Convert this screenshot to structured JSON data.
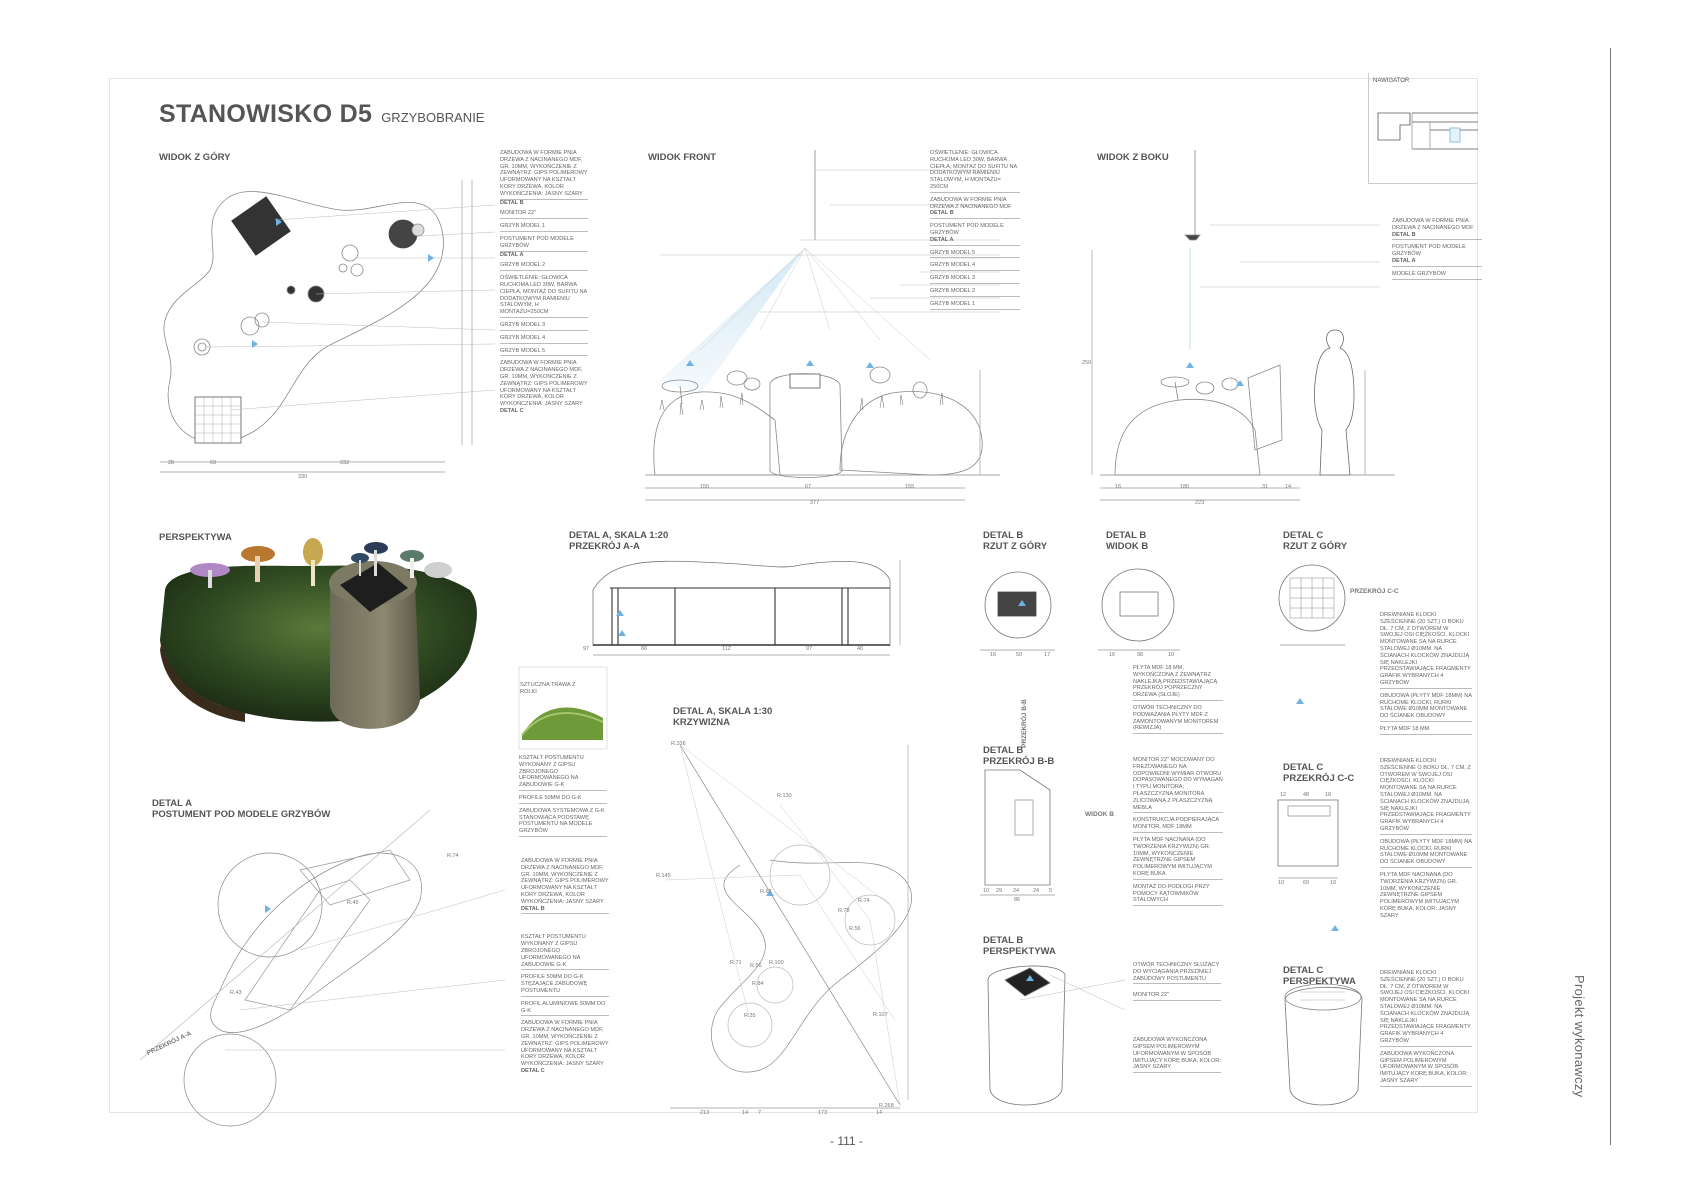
{
  "header": {
    "title": "STANOWISKO D5",
    "separator": "-",
    "subtitle": "GRZYBOBRANIE"
  },
  "navigator": {
    "label": "NAWIGATOR"
  },
  "sections": {
    "top_view": "WIDOK Z GÓRY",
    "front_view": "WIDOK FRONT",
    "side_view": "WIDOK Z BOKU",
    "perspective": "PERSPEKTYWA",
    "detail_a_title": "DETAL A, SKALA 1:20",
    "detail_a_sub": "PRZEKRÓJ A-A",
    "detail_a2_title": "DETAL A, SKALA 1:30",
    "detail_a2_sub": "KRZYWIZNA",
    "detail_a3_title": "DETAL A",
    "detail_a3_sub": "POSTUMENT POD MODELE GRZYBÓW",
    "detail_b_top": "DETAL B",
    "detail_b_top_sub": "RZUT Z GÓRY",
    "detail_b_view": "DETAL B",
    "detail_b_view_sub": "WIDOK B",
    "detail_b_sec": "DETAL B",
    "detail_b_sec_sub": "PRZEKRÓJ B-B",
    "detail_b_persp": "DETAL B",
    "detail_b_persp_sub": "PERSPEKTYWA",
    "detail_c_top": "DETAL C",
    "detail_c_top_sub": "RZUT Z GÓRY",
    "detail_c_sec": "DETAL C",
    "detail_c_sec_sub": "PRZEKRÓJ C-C",
    "detail_c_persp": "DETAL C",
    "detail_c_persp_sub": "PERSPEKTYWA"
  },
  "top_notes": [
    "ZABUDOWA W FORMIE PNIA DRZEWA Z NACINANEGO MDF, GR. 10MM, WYKOŃCZENIE Z ZEWNĄTRZ: GIPS POLIMEROWY UFORMOWANY NA KSZTAŁT KORY DRZEWA, KOLOR WYKOŃCZENIA: JASNY SZARY",
    "DETAL B",
    "MONITOR 22\"",
    "GRZYB MODEL 1",
    "POSTUMENT POD MODELE GRZYBÓW",
    "DETAL A",
    "GRZYB MODEL 2",
    "OŚWIETLENIE: GŁOWICA RUCHOMA LED 30W, BARWA CIEPŁA, MONTAŻ DO SUFITU NA DODATKOWYM RAMIENIU STALOWYM, H MONTAŻU=250CM",
    "GRZYB MODEL 3",
    "GRZYB MODEL 4",
    "GRZYB MODEL 5",
    "ZABUDOWA W FORMIE PNIA DRZEWA Z NACINANEGO MDF, GR. 10MM, WYKOŃCZENIE Z ZEWNĄTRZ: GIPS POLIMEROWY UFORMOWANY NA KSZTAŁT KORY DRZEWA, KOLOR WYKOŃCZENIA: JASNY SZARY",
    "DETAL C"
  ],
  "front_notes": [
    "OŚWIETLENIE: GŁOWICA RUCHOMA LED 30W, BARWA CIEPŁA, MONTAŻ DO SUFITU NA DODATKOWYM RAMIENIU STALOWYM, H MONTAŻU= 250CM",
    "ZABUDOWA W FORMIE PNIA DRZEWA Z NACINANEGO MDF",
    "DETAL B",
    "POSTUMENT POD MODELE GRZYBÓW",
    "DETAL A",
    "GRZYB MODEL 5",
    "GRZYB MODEL 4",
    "GRZYB MODEL 3",
    "GRZYB MODEL 2",
    "GRZYB MODEL 1"
  ],
  "side_notes": [
    "ZABUDOWA W FORMIE PNIA DRZEWA Z NACINANEGO MDF",
    "DETAL B",
    "POSTUMENT POD MODELE GRZYBÓW",
    "DETAL A",
    "MODELE GRZYBÓW"
  ],
  "detail_a_notes": [
    "SZTUCZNA TRAWA Z ROLKI",
    "KSZTAŁT POSTUMENTU WYKONANY Z GIPSU ZBROJONEGO UFORMOWANEGO NA ZABUDOWIE G-K",
    "PROFILE 50MM DO G-K",
    "ZABUDOWA SYSTEMOWA Z G-K STANOWIĄCA PODSTAWĘ POSTUMENTU NA MODELE GRZYBÓW"
  ],
  "detail_a3_notes": [
    "ZABUDOWA W FORMIE PNIA DRZEWA Z NACINANEGO MDF, GR. 10MM, WYKOŃCZENIE Z ZEWNĄTRZ: GIPS POLIMEROWY UFORMOWANY NA KSZTAŁT KORY DRZEWA, KOLOR WYKOŃCZENIA: JASNY SZARY",
    "DETAL B",
    "KSZTAŁT POSTUMENTU WYKONANY Z GIPSU ZBROJONEGO UFORMOWANEGO NA ZABUDOWIE G-K",
    "PROFILE 50MM DO G-K STĘŻAJĄCE ZABUDOWĘ POSTUMENTU",
    "PROFIL ALUMINIOWE 50MM DO G-K",
    "ZABUDOWA W FORMIE PNIA DRZEWA Z NACINANEGO MDF, GR. 10MM, WYKOŃCZENIE Z ZEWNĄTRZ: GIPS POLIMEROWY UFORMOWANY NA KSZTAŁT KORY DRZEWA, KOLOR WYKOŃCZENIA: JASNY SZARY",
    "DETAL C"
  ],
  "detail_b_notes": [
    "PŁYTA MDF 18 MM, WYKOŃCZONA Z ZEWNĄTRZ NAKLEJKĄ PRZEDSTAWIAJĄCĄ PRZEKRÓJ POPRZECZNY DRZEWA (SŁOJE)",
    "OTWÓR TECHNICZNY DO PODWAŻANIA PŁYTY MDF Z ZAMONTOWANYM MONITOREM (REWIZJA)",
    "MONITOR 22\" MOCOWANY DO FREZOWANEGO NA ODPOWIEDNI WYMIAR OTWORU DOPASOWANEGO DO WYMAGAŃ I TYPU MONITORA; PŁASZCZYZNA MONITORA ZLICOWANA Z PŁASZCZYZNĄ MEBLA",
    "KONSTRUKCJA PODPIERAJĄCA MONITOR, MDF 18MM",
    "PŁYTA MDF NACINANA (DO TWORZENIA KRZYWIZN) GR. 10MM, WYKOŃCZENIE ZEWNĘTRZNE GIPSEM POLIMEROWYM IMITUJĄCYM KORĘ BUKA",
    "MONTAŻ DO PODŁOGI PRZY POMOCY KĄTOWNIKÓW STALOWYCH",
    "OTWÓR TECHNICZNY SŁUŻĄCY DO WYCIĄGANIA PRZEDNIEJ ZABUDOWY POSTUMENTU",
    "MONITOR 22\"",
    "ZABUDOWA WYKOŃCZONA GIPSEM POLIMEROWYM UFORMOWANYM W SPOSÓB IMITUJĄCY KORĘ BUKA, KOLOR: JASNY SZARY"
  ],
  "detail_c_notes": [
    "DREWNIANE KLOCKI SZEŚCIENNE (20 SZT.) O BOKU DŁ. 7 CM, Z OTWOREM W SWOJEJ OSI CIĘŻKOŚCI. KLOCKI MONTOWANE SĄ NA RURCE STALOWEJ ø10MM. NA ŚCIANACH KLOCKÓW ZNAJDUJĄ SIĘ NAKLEJKI PRZEDSTAWIAJĄCE FRAGMENTY GRAFIK WYBRANYCH 4 GRZYBÓW",
    "OBUDOWA (PŁYTY MDF 18MM) NA RUCHOME KLOCKI, RURKI STALOWE ø10MM MONTOWANE DO ŚCIANEK OBUDOWY",
    "PŁYTA MDF 18 MM",
    "DREWNIANE KLOCKI SZEŚCIENNE O BOKU DŁ. 7 CM, Z OTWOREM W SWOJEJ OSI CIĘŻKOŚCI. KLOCKI MONTOWANE SĄ NA RURCE STALOWEJ ø10MM. NA ŚCIANACH KLOCKÓW ZNAJDUJĄ SIĘ NAKLEJKI PRZEDSTAWIAJĄCE FRAGMENTY GRAFIK WYBRANYCH 4 GRZYBÓW",
    "OBUDOWA (PŁYTY MDF 18MM) NA RUCHOME KLOCKI, RURKI STALOWE ø10MM MONTOWANE DO ŚCIANEK OBUDOWY",
    "PŁYTA MDF NACINANA (DO TWORZENIA KRZYWIZN) GR. 10MM, WYKOŃCZENIE ZEWNĘTRZNE GIPSEM POLIMEROWYM IMITUJĄCYM KORĘ BUKA, KOLOR: JASNY SZARY",
    "DREWNIANE KLOCKI SZEŚCIENNE (20 SZT.) O BOKU DŁ. 7 CM, Z OTWOREM W SWOJEJ OSI CIĘŻKOŚCI. KLOCKI MONTOWANE SĄ NA RURCE STALOWEJ ø10MM. NA ŚCIANACH KLOCKÓW ZNAJDUJĄ SIĘ NAKLEJKI PRZEDSTAWIAJĄCE FRAGMENTY GRAFIK WYBRANYCH 4 GRZYBÓW",
    "ZABUDOWA WYKOŃCZONA GIPSEM POLIMEROWYM UFORMOWANYM W SPOSÓB IMITUJĄCY KORĘ BUKA, KOLOR: JASNY SZARY"
  ],
  "labels": {
    "section_cc": "PRZEKRÓJ C-C",
    "section_bb": "PRZEKRÓJ B-B",
    "section_aa": "PRZEKRÓJ A-A",
    "view_b": "WIDOK B"
  },
  "dims": {
    "top_bottom": [
      "28",
      "69",
      "232"
    ],
    "top_total": "330",
    "front_bottom": [
      "155",
      "67",
      "155"
    ],
    "front_total": "377",
    "side_bottom": [
      "16",
      "180",
      "31",
      "14"
    ],
    "side_total": "223",
    "side_height": "250",
    "radii": [
      "R.74",
      "R.45",
      "R.43",
      "R.336",
      "R.130",
      "R.145",
      "R.63",
      "R.74",
      "R.78",
      "R.56",
      "R.71",
      "R.56",
      "R.100",
      "R.84",
      "R.35",
      "R.107",
      "R.268"
    ],
    "detail_a_bottom": [
      "97",
      "66",
      "112",
      "97",
      "40"
    ],
    "detail_a2_bottom": [
      "213",
      "14",
      "7",
      "173",
      "14"
    ],
    "detail_b_bottom": [
      "16",
      "50",
      "17"
    ],
    "detail_b_view_bottom": [
      "16",
      "98",
      "10"
    ],
    "detail_b_sec_bottom": [
      "10",
      "29",
      "24",
      "24",
      "5"
    ],
    "detail_b_sec_total": "86",
    "detail_c_bottom": [
      "12",
      "48",
      "18"
    ],
    "detail_c_bottom2": [
      "10",
      "69",
      "10"
    ]
  },
  "footer": {
    "page_number": "- 111 -",
    "side_label": "Projekt wykonawczy"
  },
  "colors": {
    "accent": "#6fb3e0",
    "line": "#8a8a8a",
    "text": "#555555"
  }
}
